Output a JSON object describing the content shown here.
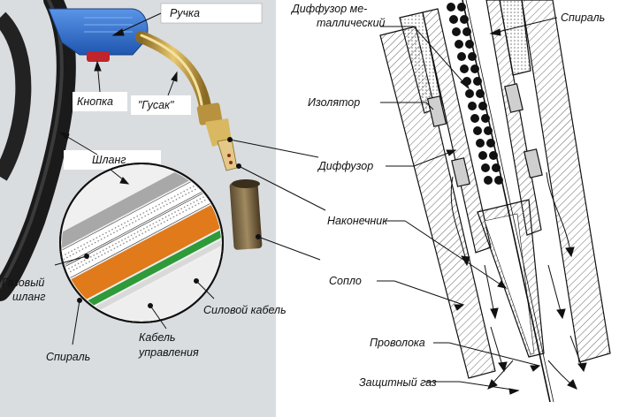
{
  "labels": {
    "handle": "Ручка",
    "button": "Кнопка",
    "gooseneck": "\"Гусак\"",
    "hose": "Шланг",
    "gas_hose_line1": "Газовый",
    "gas_hose_line2": "шланг",
    "spiral_left": "Спираль",
    "power_cable": "Силовой кабель",
    "control_cable_line1": "Кабель",
    "control_cable_line2": "управления",
    "metal_diffuser_line1": "Диффузор ме-",
    "metal_diffuser_line2": "таллический",
    "spiral_right": "Спираль",
    "insulator": "Изолятор",
    "diffuser": "Диффузор",
    "contact_tip": "Наконечник",
    "nozzle": "Сопло",
    "wire": "Проволока",
    "shielding_gas": "Защитный газ"
  },
  "colors": {
    "photo_bg": "#d9dde0",
    "handle_blue": "#2f6fd0",
    "button_red": "#c0242c",
    "brass": "#c9a24a",
    "hose_black": "#1a1a1a",
    "cable_orange": "#e07a1a",
    "cable_green": "#2e9a3a",
    "gas_hose_grey": "#9a9a9a"
  }
}
